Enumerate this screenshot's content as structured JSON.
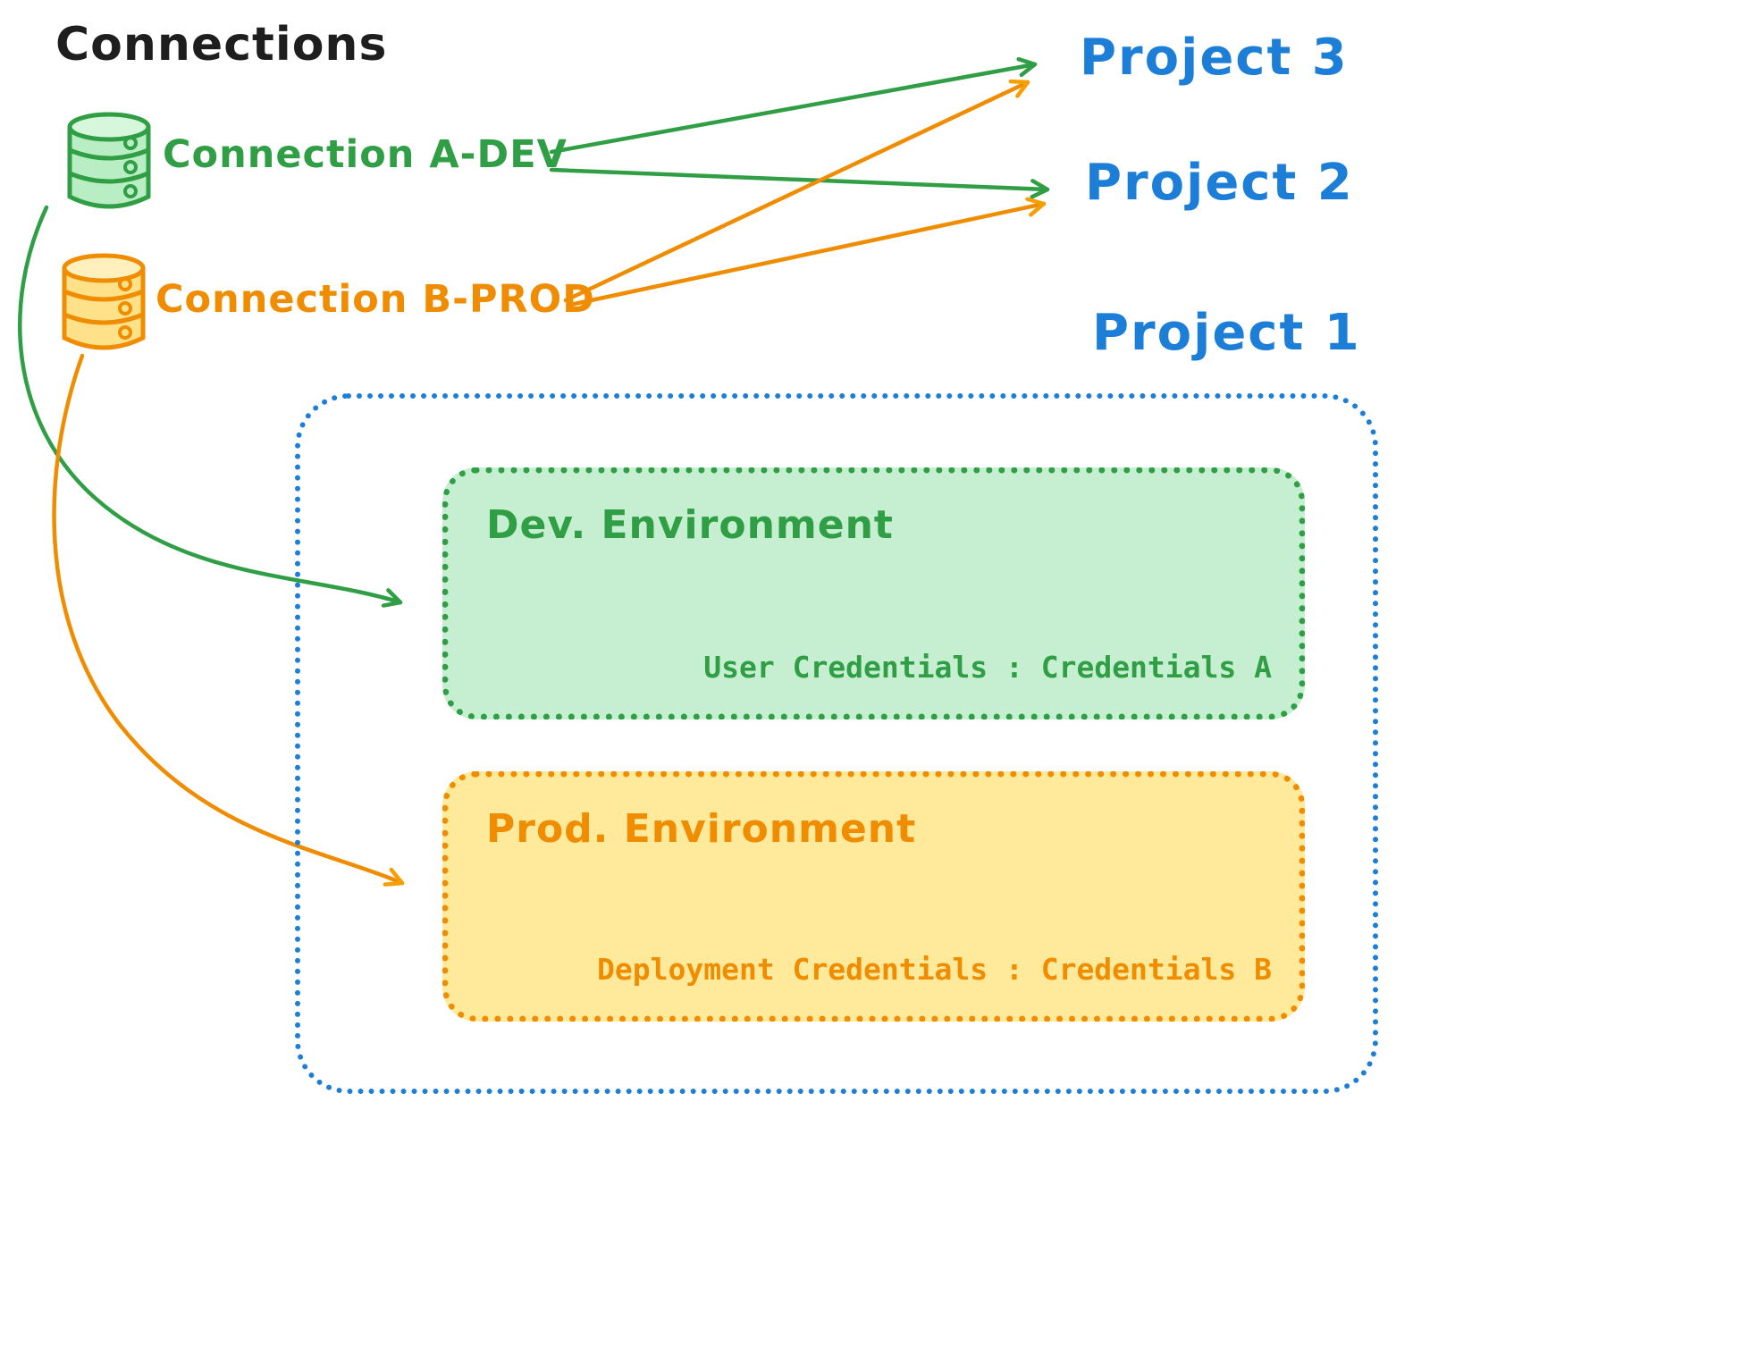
{
  "title": "Connections",
  "connections": {
    "dev": {
      "label": "Connection A-DEV"
    },
    "prod": {
      "label": "Connection B-PROD"
    }
  },
  "projects": {
    "p3": "Project 3",
    "p2": "Project 2",
    "p1": "Project 1"
  },
  "environments": {
    "dev": {
      "title": "Dev. Environment",
      "credentials": "User Credentials : Credentials A"
    },
    "prod": {
      "title": "Prod. Environment",
      "credentials": "Deployment Credentials : Credentials B"
    }
  },
  "icons": {
    "dev_database": "database-icon",
    "prod_database": "database-icon"
  },
  "colors": {
    "title": "#1e1e1e",
    "green": "#2f9e44",
    "orange": "#f08c00",
    "blue": "#1c7ed6",
    "green_fill": "#c5efd0",
    "orange_fill": "#ffe99b",
    "green_db": "#b9edc4",
    "green_db_top": "#d7f7dc",
    "orange_db": "#ffe18a",
    "orange_db_top": "#fff0bd"
  }
}
